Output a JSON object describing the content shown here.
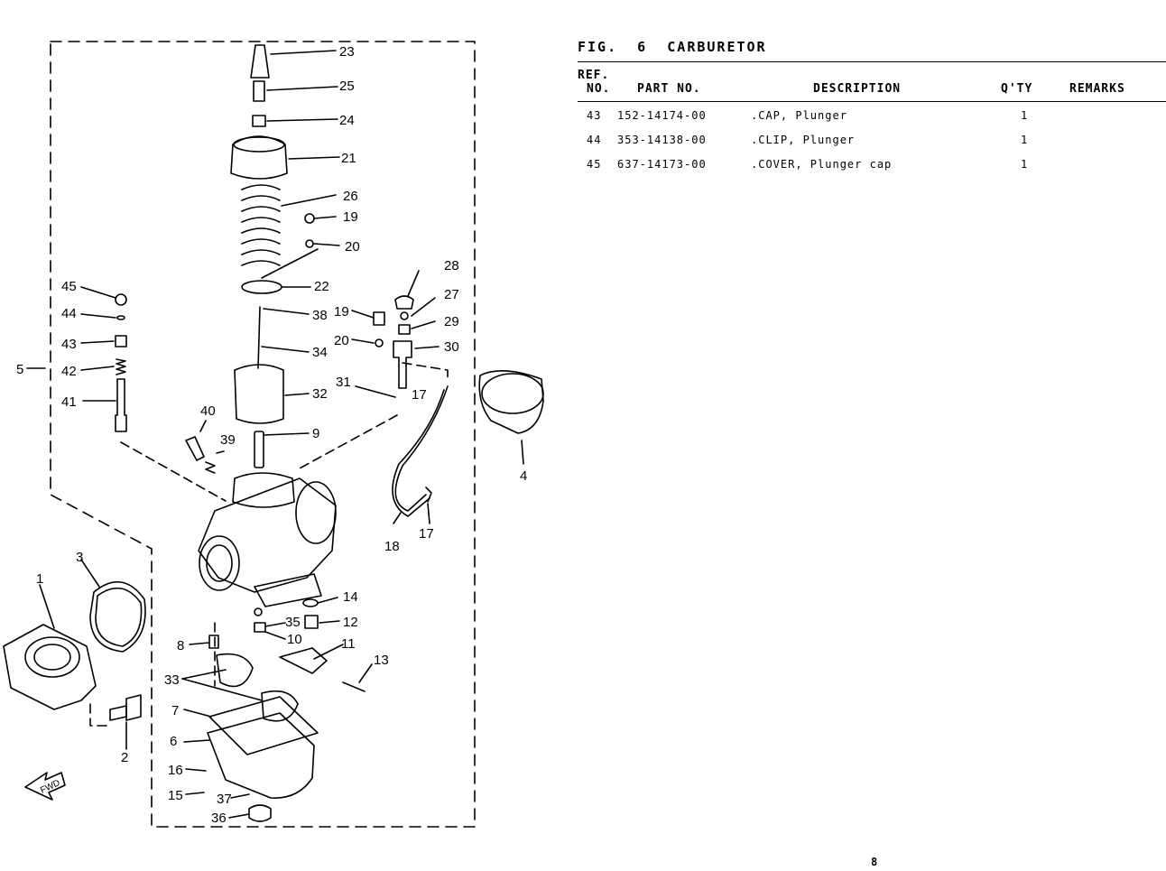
{
  "figure": {
    "title": "FIG.  6  CARBURETOR"
  },
  "table": {
    "headers": {
      "ref_line1": "REF.",
      "ref_line2": "NO.",
      "part_no": "PART NO.",
      "description": "DESCRIPTION",
      "qty": "Q'TY",
      "remarks": "REMARKS"
    },
    "rows": [
      {
        "ref": "43",
        "part_no": "152-14174-00",
        "description": ".CAP, Plunger",
        "qty": "1",
        "remarks": ""
      },
      {
        "ref": "44",
        "part_no": "353-14138-00",
        "description": ".CLIP, Plunger",
        "qty": "1",
        "remarks": ""
      },
      {
        "ref": "45",
        "part_no": "637-14173-00",
        "description": ".COVER, Plunger cap",
        "qty": "1",
        "remarks": ""
      }
    ]
  },
  "callouts": [
    "23",
    "25",
    "24",
    "21",
    "26",
    "19",
    "20",
    "22",
    "38",
    "34",
    "32",
    "9",
    "40",
    "39",
    "45",
    "44",
    "43",
    "42",
    "41",
    "5",
    "28",
    "27",
    "29",
    "30",
    "31",
    "17",
    "4",
    "18",
    "14",
    "35",
    "12",
    "10",
    "11",
    "13",
    "8",
    "33",
    "7",
    "6",
    "16",
    "15",
    "37",
    "36",
    "1",
    "3",
    "2"
  ],
  "fwd_label": "FWD",
  "page_number": "8"
}
